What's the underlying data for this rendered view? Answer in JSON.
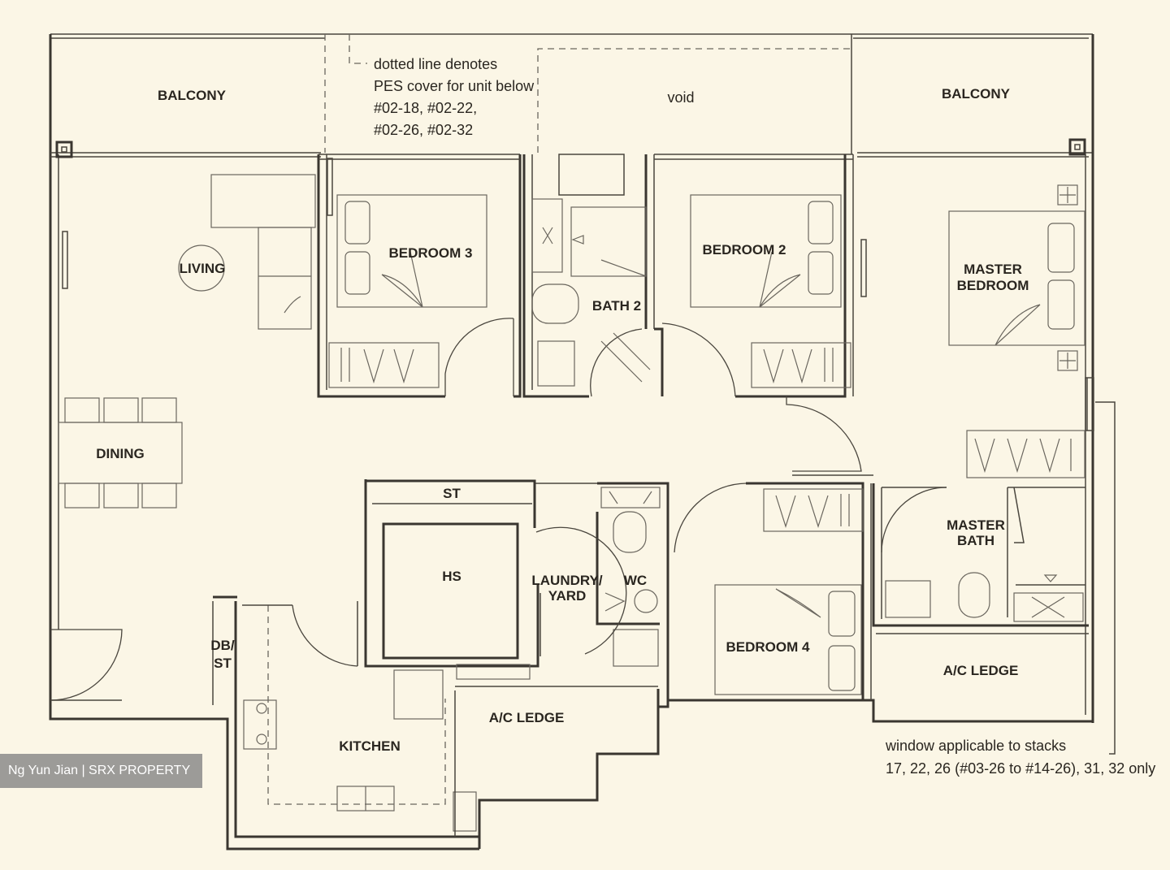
{
  "rooms": {
    "balcony_left": "BALCONY",
    "balcony_right": "BALCONY",
    "void": "void",
    "living": "LIVING",
    "dining": "DINING",
    "bedroom3": "BEDROOM 3",
    "bedroom2": "BEDROOM 2",
    "master_bedroom_line1": "MASTER",
    "master_bedroom_line2": "BEDROOM",
    "bath2": "BATH 2",
    "st": "ST",
    "hs": "HS",
    "laundry_line1": "LAUNDRY/",
    "laundry_line2": "YARD",
    "wc": "WC",
    "master_bath_line1": "MASTER",
    "master_bath_line2": "BATH",
    "db_st_line1": "DB/",
    "db_st_line2": "ST",
    "bedroom4": "BEDROOM 4",
    "ac_ledge_right": "A/C LEDGE",
    "ac_ledge_mid": "A/C LEDGE",
    "kitchen": "KITCHEN"
  },
  "notes": {
    "pes_line1": "dotted line denotes",
    "pes_line2": "PES cover for unit below",
    "pes_line3": "#02-18, #02-22,",
    "pes_line4": "#02-26, #02-32",
    "window_line1": "window applicable to stacks",
    "window_line2": "17, 22, 26 (#03-26 to #14-26), 31, 32 only"
  },
  "watermark": "Ng Yun Jian | SRX PROPERTY",
  "colors": {
    "background": "#fbf6e6",
    "wall": "#3a3630",
    "watermark_bg": "#828282"
  }
}
